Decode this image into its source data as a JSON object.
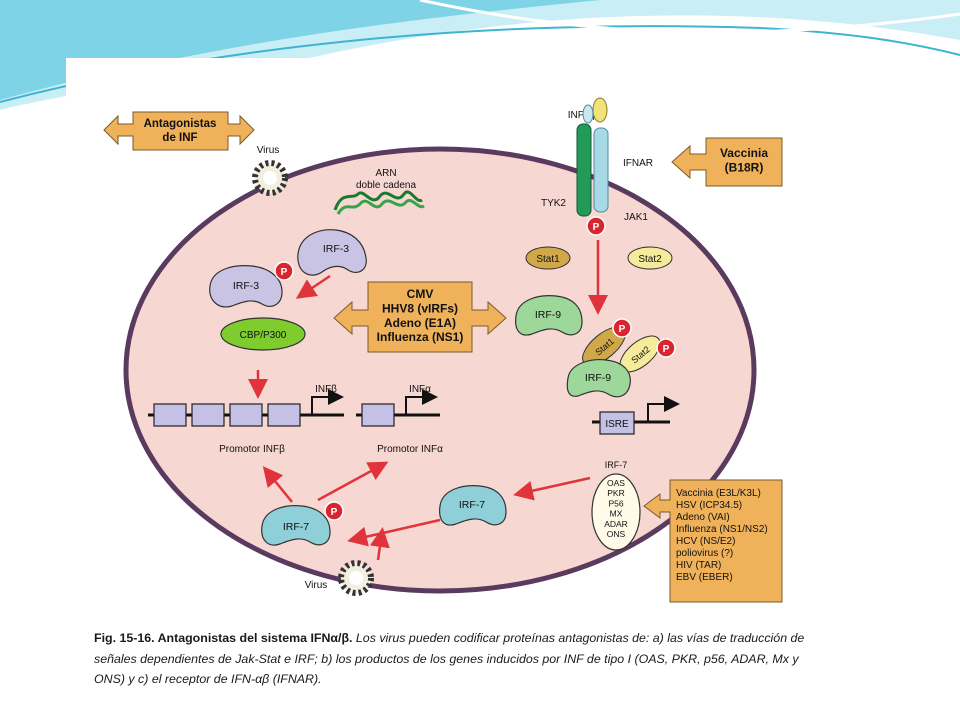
{
  "diagram": {
    "antagonists_inf": "Antagonistas\nde INF",
    "virus_top": "Virus",
    "virus_bottom": "Virus",
    "rna": "ARN\ndoble cadena",
    "irf3": "IRF-3",
    "cbp": "CBP/P300",
    "center_box": "CMV\nHHV8 (vIRFs)\nAdeno (E1A)\nInfluenza (NS1)",
    "inf_ab": "INFα/β",
    "ifnar": "IFNAR",
    "tyk2": "TYK2",
    "jak1": "JAK1",
    "p": "P",
    "vaccinia_box": "Vaccinia\n(B18R)",
    "stat1": "Stat1",
    "stat2": "Stat2",
    "irf9": "IRF-9",
    "isre": "ISRE",
    "inf_b": "INFβ",
    "inf_a": "INFα",
    "promotor_b": "Promotor INFβ",
    "promotor_a": "Promotor INFα",
    "irf7": "IRF-7",
    "gene_products": "OAS\nPKR\nP56\nMX\nADAR\nONS",
    "viral_list": "Vaccinia (E3L/K3L)\nHSV (ICP34.5)\nAdeno (VAI)\nInfluenza (NS1/NS2)\nHCV (NS/E2)\npoliovirus (?)\nHIV (TAR)\nEBV (EBER)"
  },
  "caption": {
    "lead": "Fig. 15-16. Antagonistas del sistema IFNα/β.",
    "rest": " Los virus pueden codificar proteínas antagonistas de: a) las vías de traducción de señales dependientes de Jak-Stat e IRF; b) los productos de los genes inducidos por INF de tipo I (OAS, PKR, p56, ADAR, Mx y ONS) y c) el receptor de IFN-αβ (IFNAR)."
  },
  "colors": {
    "cell_fill": "#f7d7d2",
    "cell_border": "#5a3b5f",
    "box_fill": "#efb25a",
    "irf3": "#c9c4e4",
    "irf9": "#9dd79a",
    "irf7": "#8fcfd8",
    "cbp": "#7fcc2e",
    "p_dot": "#d8252f",
    "arrow": "#e0343c",
    "gene_block": "#c4c0e6",
    "receptor_green": "#239a57",
    "receptor_blue": "#a7d9e6",
    "stat1": "#d0a84a",
    "stat2": "#f5eb9a"
  }
}
